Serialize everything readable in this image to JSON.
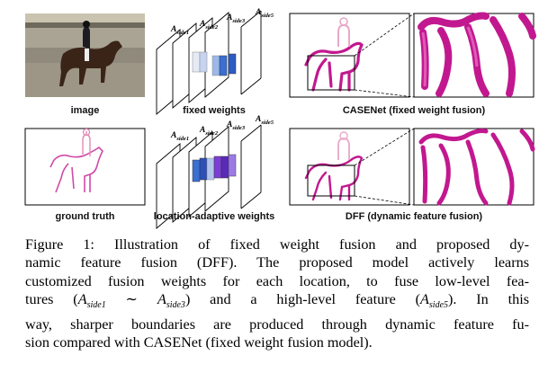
{
  "figure": {
    "labels": {
      "image": "image",
      "fixed_weights": "fixed weights",
      "casenet": "CASENet (fixed weight fusion)",
      "ground_truth": "ground truth",
      "adaptive_weights": "location-adaptive weights",
      "dff": "DFF (dynamic feature fusion)"
    },
    "side_labels": [
      {
        "base": "A",
        "sub": "side1"
      },
      {
        "base": "A",
        "sub": "side2"
      },
      {
        "base": "A",
        "sub": "side3"
      },
      {
        "base": "A",
        "sub": "side5"
      }
    ],
    "colors": {
      "edge_magenta": "#c2188f",
      "edge_light": "#e15ab8",
      "weight_blue": "#3b6fd1",
      "weight_purple": "#7a3fd6"
    }
  },
  "caption": {
    "line1": "Figure 1:  Illustration of fixed weight fusion and proposed dy-",
    "line2": "namic feature fusion (DFF). The proposed model actively learns",
    "line3": "customized fusion weights for each location, to fuse low-level fea-",
    "line4_a": "tures (",
    "line4_sym1": "A",
    "line4_sub1": "side1",
    "line4_sim": " ∼ ",
    "line4_sym2": "A",
    "line4_sub2": "side3",
    "line4_b": ") and a high-level feature (",
    "line4_sym3": "A",
    "line4_sub3": "side5",
    "line4_c": ").  In this",
    "line5": "way, sharper boundaries are produced through dynamic feature fu-",
    "line6": "sion compared with CASENet (fixed weight fusion model)."
  }
}
